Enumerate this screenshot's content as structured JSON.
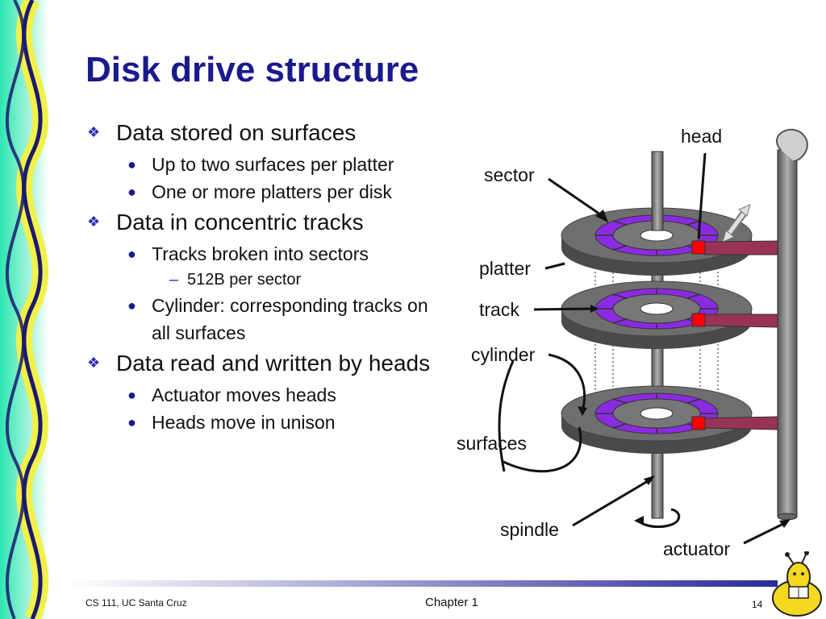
{
  "slide": {
    "title": "Disk drive structure",
    "bullets": [
      {
        "text": "Data stored on surfaces",
        "sub": [
          {
            "text": "Up to two surfaces per platter"
          },
          {
            "text": "One or more platters per disk"
          }
        ]
      },
      {
        "text": "Data in concentric tracks",
        "sub": [
          {
            "text": "Tracks broken into sectors",
            "sub": [
              {
                "text": "512B per sector"
              }
            ]
          },
          {
            "text": "Cylinder: corresponding tracks on all surfaces"
          }
        ]
      },
      {
        "text": "Data read and written by heads",
        "sub": [
          {
            "text": "Actuator moves heads"
          },
          {
            "text": "Heads move in unison"
          }
        ]
      }
    ]
  },
  "diagram": {
    "labels": {
      "head": "head",
      "sector": "sector",
      "platter": "platter",
      "track": "track",
      "cylinder": "cylinder",
      "surfaces": "surfaces",
      "spindle": "spindle",
      "actuator": "actuator"
    },
    "colors": {
      "platter": "#666666",
      "track_ring": "#8a2be2",
      "head": "#ff0000",
      "arm": "#993355",
      "spindle": "#777777"
    }
  },
  "footer": {
    "left": "CS 111, UC Santa Cruz",
    "center": "Chapter 1",
    "page": "14"
  },
  "theme": {
    "title_color": "#1a1a8c",
    "wave_green": "#2ee6b0",
    "wave_yellow": "#f2f04a",
    "wave_navy": "#1a1a6e"
  }
}
